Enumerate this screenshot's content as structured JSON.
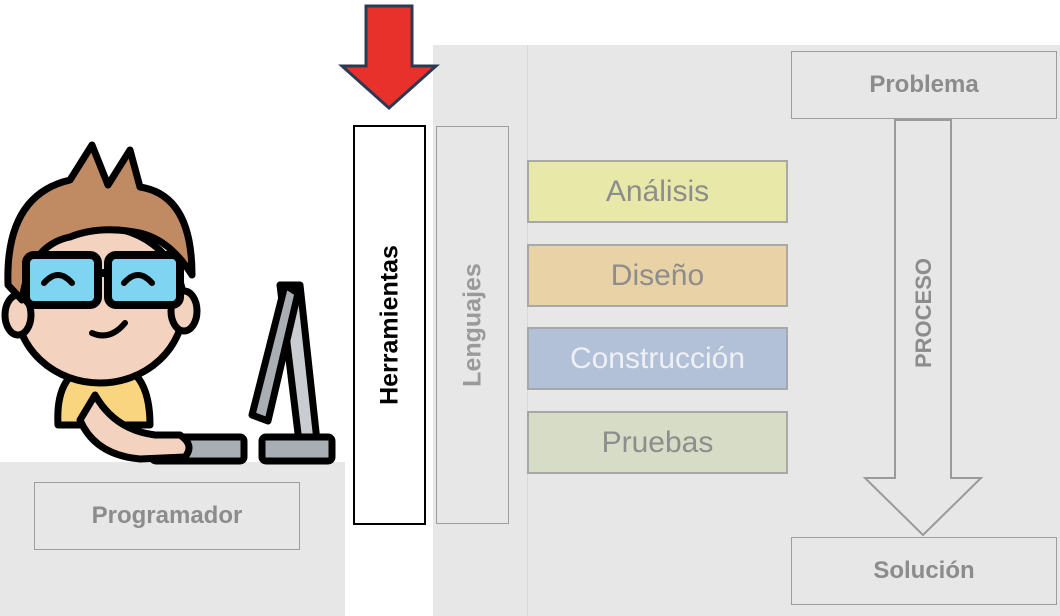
{
  "labels": {
    "programador": "Programador",
    "herramientas": "Herramientas",
    "lenguajes": "Lenguajes",
    "problema": "Problema",
    "proceso": "PROCESO",
    "solucion": "Solución"
  },
  "phases": [
    {
      "label": "Análisis",
      "fill": "#e8e8a8",
      "text_color": "#8d8d8d"
    },
    {
      "label": "Diseño",
      "fill": "#e8d2a6",
      "text_color": "#8d8d8d"
    },
    {
      "label": "Construcción",
      "fill": "#b2c0d8",
      "text_color": "#eef0f4"
    },
    {
      "label": "Pruebas",
      "fill": "#d6dcc6",
      "text_color": "#8d8d8d"
    }
  ],
  "colors": {
    "arrow_red": "#e8312b",
    "panel_gray": "#e7e7e7"
  },
  "icons": {
    "programmer": "programmer-at-computer-icon"
  }
}
